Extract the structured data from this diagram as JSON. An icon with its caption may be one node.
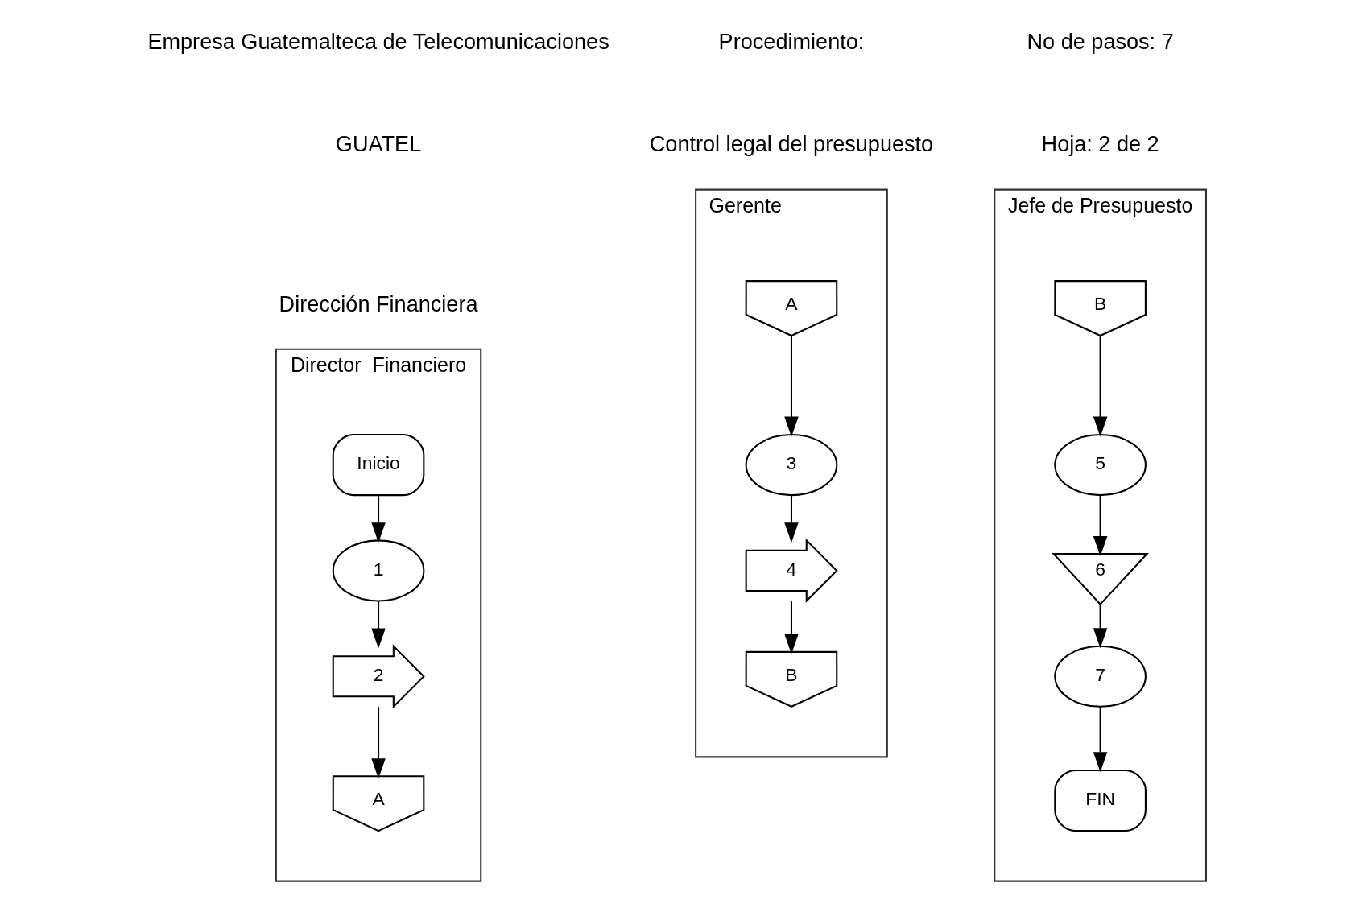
{
  "diagram": {
    "nodes": [
      {
        "text": [
          "Director  Financiero"
        ]
      },
      {
        "text": [
          "Inicio"
        ],
        "in": 0
      },
      {
        "text": [
          "1"
        ],
        "in": 0
      },
      {
        "text": [
          "2"
        ],
        "in": 0
      },
      {
        "text": [
          "A"
        ],
        "in": 0
      },
      {
        "text": [
          "Gerente"
        ]
      },
      {
        "text": [
          "A"
        ],
        "in": 5
      },
      {
        "text": [
          "3"
        ],
        "in": 5
      },
      {
        "text": [
          "4"
        ],
        "in": 5
      },
      {
        "text": [
          "B"
        ],
        "in": 5
      },
      {
        "text": [
          "Jefe de Presupuesto"
        ]
      },
      {
        "text": [
          "B"
        ],
        "in": 10
      },
      {
        "text": [
          "5"
        ],
        "in": 10
      },
      {
        "text": [
          "6"
        ],
        "in": 10
      },
      {
        "text": [
          "7"
        ],
        "in": 10
      },
      {
        "text": [
          "FIN"
        ],
        "in": 10
      }
    ],
    "edges": [
      {
        "from": 1,
        "to": 2,
        "arrow": "to"
      },
      {
        "from": 2,
        "to": 3,
        "arrow": "to"
      },
      {
        "from": 3,
        "to": 4,
        "arrow": "to"
      },
      {
        "from": 6,
        "to": 7,
        "arrow": "to"
      },
      {
        "from": 7,
        "to": 8,
        "arrow": "to"
      },
      {
        "from": 8,
        "to": 9,
        "arrow": "to"
      },
      {
        "from": 11,
        "to": 12,
        "arrow": "to"
      },
      {
        "from": 12,
        "to": 13,
        "arrow": "to"
      },
      {
        "from": 13,
        "to": 14,
        "arrow": "to"
      },
      {
        "from": 14,
        "to": 15,
        "arrow": "to"
      }
    ],
    "labels": [
      "Empresa Guatemalteca de Telecomunicaciones",
      "GUATEL",
      "Dirección Financiera",
      "Procedimiento:",
      "Control legal del presupuesto",
      "No de pasos: 7",
      "Hoja: 2 de 2"
    ]
  }
}
